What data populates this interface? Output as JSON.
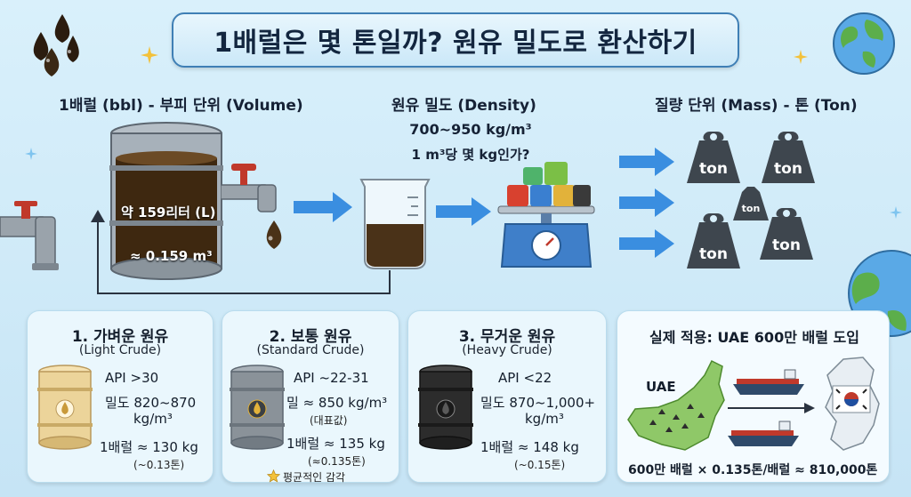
{
  "title": "1배럴은 몇 톤일까? 원유 밀도로 환산하기",
  "volume": {
    "label": "1배럴 (bbl) - 부피 단위 (Volume)",
    "liters": "약 159리터 (L)",
    "cubic": "≈ 0.159 m³"
  },
  "density": {
    "label": "원유 밀도 (Density)",
    "range": "700~950 kg/m³",
    "question": "1 m³당 몇 kg인가?"
  },
  "mass": {
    "label": "질량 단위 (Mass) - 톤 (Ton)",
    "ton_big": "ton",
    "ton_small": "ton"
  },
  "cards": [
    {
      "title": "1. 가벼운 원유",
      "subtitle": "(Light Crude)",
      "api": "API >30",
      "density_1": "밀도 820~870",
      "density_2": "kg/m³",
      "weight": "1배럴 ≈ 130 kg",
      "tons": "(~0.13톤)"
    },
    {
      "title": "2. 보통 원유",
      "subtitle": "(Standard Crude)",
      "api": "API ~22-31",
      "density_1": "밀 ≈ 850 kg/m³",
      "density_2": "(대표값)",
      "weight": "1배럴 ≈ 135 kg",
      "tons": "(≈0.135톤)",
      "note": "평균적인 감각"
    },
    {
      "title": "3. 무거운 원유",
      "subtitle": "(Heavy Crude)",
      "api": "API <22",
      "density_1": "밀도 870~1,000+",
      "density_2": "kg/m³",
      "weight": "1배럴 ≈ 148 kg",
      "tons": "(~0.15톤)"
    }
  ],
  "application": {
    "title": "실제 적용: UAE 600만 배럴 도입",
    "uae": "UAE",
    "formula": "600만 배럴 × 0.135톤/배럴 ≈ 810,000톤"
  },
  "colors": {
    "accent": "#3f7fb5",
    "arrow": "#3a8ee0",
    "oil": "#4a3218",
    "light_barrel": "#ecd49a",
    "standard_barrel": "#8a9299",
    "heavy_barrel": "#2c2c2c"
  }
}
